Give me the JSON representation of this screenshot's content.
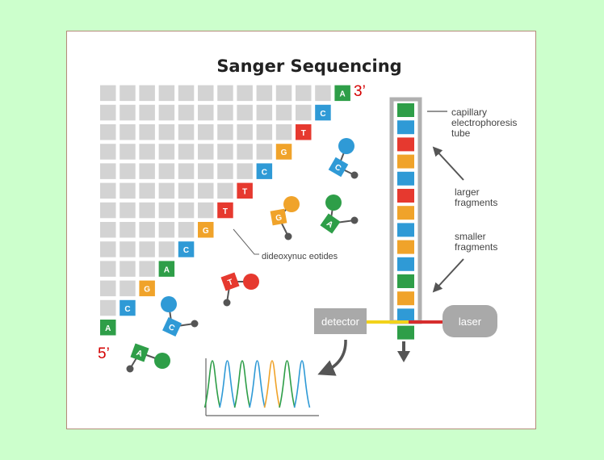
{
  "title": "Sanger Sequencing",
  "end_labels": {
    "three_prime": "3’",
    "five_prime": "5’"
  },
  "labels": {
    "capillary": [
      "capillary",
      "electrophoresis",
      "tube"
    ],
    "larger": [
      "larger",
      "fragments"
    ],
    "smaller": [
      "smaller",
      "fragments"
    ],
    "dideoxy": "dideoxynuc eotides",
    "detector": "detector",
    "laser": "laser"
  },
  "colors": {
    "A": "#2e9e48",
    "C": "#2f9ad6",
    "G": "#f0a32a",
    "T": "#e6392f",
    "grid": "#d3d3d3",
    "box": "#a9a9a9",
    "end_label": "#d40000",
    "detector_beam": "#f2d21a",
    "laser_beam": "#d62d2d",
    "line": "#555555"
  },
  "sequence": [
    "A",
    "C",
    "G",
    "A",
    "C",
    "G",
    "T",
    "T",
    "C",
    "G",
    "T",
    "C",
    "A"
  ],
  "tube_bands": [
    "A",
    "C",
    "T",
    "G",
    "C",
    "T",
    "G",
    "C",
    "G",
    "C",
    "A",
    "G",
    "C",
    "A"
  ],
  "free_nucleotides": [
    "C",
    "G",
    "A",
    "T",
    "C",
    "A"
  ],
  "trace_peaks": [
    "A",
    "C",
    "A",
    "C",
    "G",
    "A",
    "C"
  ],
  "icons": {
    "arrow_up": "arrow-up-icon",
    "arrow_down": "arrow-down-icon",
    "curved_arrow": "curved-arrow-icon"
  }
}
